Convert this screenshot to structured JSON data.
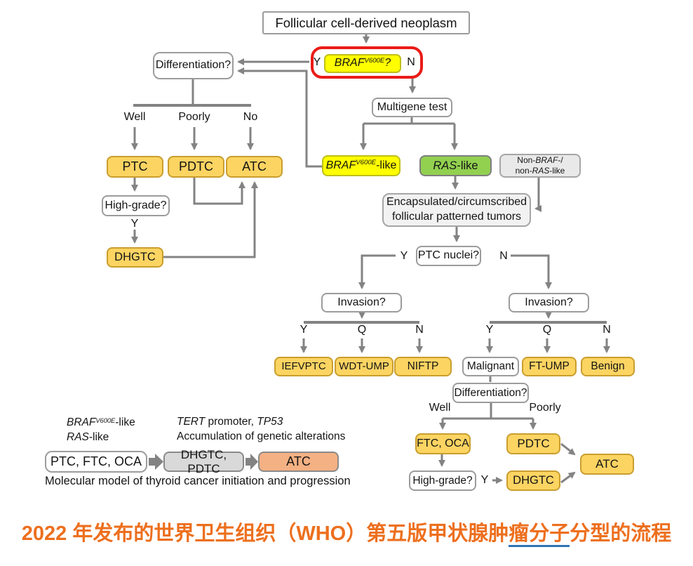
{
  "labels": {
    "y": "Y",
    "n": "N",
    "q": "Q",
    "well": "Well",
    "poorly": "Poorly",
    "no": "No"
  },
  "nodes": {
    "root": "Follicular cell-derived neoplasm",
    "braf_test": {
      "gene": "BRAF",
      "sup": "V600E",
      "q": "?"
    },
    "differentiation": "Differentiation?",
    "ptc": "PTC",
    "pdtc": "PDTC",
    "atc": "ATC",
    "high_grade": "High-grade?",
    "dhgtc": "DHGTC",
    "multigene": "Multigene test",
    "braf_like": {
      "gene": "BRAF",
      "sup": "V600E",
      "suffix": "-like"
    },
    "ras_like": {
      "gene": "RAS",
      "suffix": "-like"
    },
    "non_braf_ras": {
      "l1a": "Non-",
      "l1b": "BRAF",
      "l1c": "-/",
      "l2a": "non-",
      "l2b": "RAS",
      "l2c": "-like"
    },
    "encapsulated": {
      "line1": "Encapsulated/circumscribed",
      "line2": "follicular patterned tumors"
    },
    "ptc_nuclei": "PTC nuclei?",
    "invasion": "Invasion?",
    "iefvptc": "IEFVPTC",
    "wdt_ump": "WDT-UMP",
    "niftp": "NIFTP",
    "malignant": "Malignant",
    "ft_ump": "FT-UMP",
    "benign": "Benign",
    "ftc_oca": "FTC, OCA"
  },
  "model": {
    "tert": "TERT",
    "tert_rest": " promoter, ",
    "tp53": "TP53",
    "accumulation": "Accumulation of genetic alterations",
    "stage1": "PTC, FTC, OCA",
    "stage2": "DHGTC, PDTC",
    "stage3": "ATC",
    "caption": "Molecular model of thyroid cancer initiation and progression"
  },
  "caption": {
    "part1": "2022 年发布的世界卫生组织（WHO）第五版甲状腺肿",
    "underlined": "瘤分子",
    "part2": "分型的流程"
  },
  "colors": {
    "highlight_ring_red": "#EB1B17",
    "highlight_yellow": "#FFFF00",
    "node_gold": "#FCD462",
    "node_green": "#92D050",
    "model_orange": "#F4B183",
    "caption_orange": "#ED6F1E",
    "underline_blue": "#2E75B6",
    "line_gray": "#838383"
  }
}
